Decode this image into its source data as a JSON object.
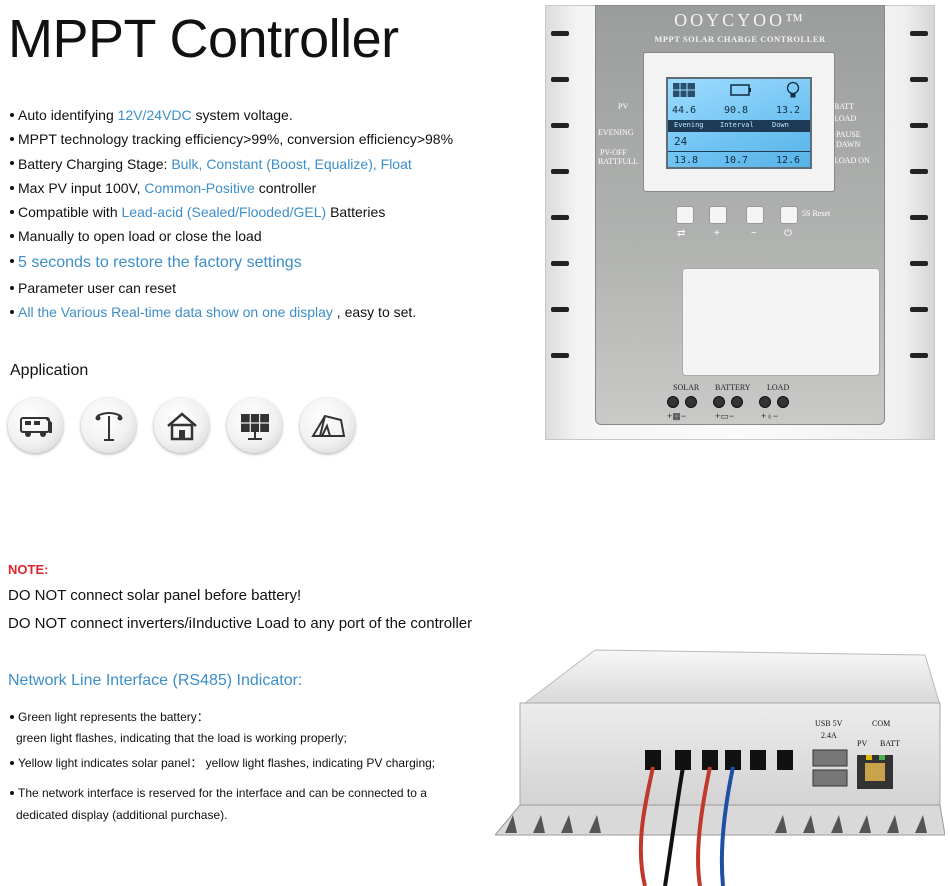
{
  "title": "MPPT Controller",
  "features": [
    {
      "pre": "Auto identifying ",
      "hl": "12V/24VDC",
      "post": " system voltage."
    },
    {
      "pre": "MPPT technology tracking efficiency>99%, conversion efficiency>98%",
      "hl": "",
      "post": ""
    },
    {
      "pre": "Battery Charging Stage: ",
      "hl": "Bulk, Constant (Boost, Equalize), Float",
      "post": ""
    },
    {
      "pre": "Max PV input 100V, ",
      "hl": "Common-Positive",
      "post": " controller"
    },
    {
      "pre": "Compatible with ",
      "hl": "Lead-acid (Sealed/Flooded/GEL)",
      "post": " Batteries"
    },
    {
      "pre": "Manually to open load or close the load",
      "hl": "",
      "post": ""
    },
    {
      "pre": "",
      "hl": "5 seconds to restore the factory settings",
      "post": ""
    },
    {
      "pre": "Parameter user can reset",
      "hl": "",
      "post": ""
    },
    {
      "pre": "",
      "hl": "All the Various Real-time data show on one display",
      "post": " , easy to set."
    }
  ],
  "application": {
    "title": "Application",
    "icons": [
      "rv-icon",
      "street-light-icon",
      "house-icon",
      "solar-panel-icon",
      "tent-icon"
    ]
  },
  "controller": {
    "brand": "OOYCYOO™",
    "subtitle": "MPPT SOLAR CHARGE CONTROLLER",
    "left_labels": [
      "PV",
      "EVENING",
      "PV-OFF",
      "BATTFULL"
    ],
    "right_labels": [
      "BATT",
      "LOAD",
      "PAUSE",
      "DAWN",
      "LOAD ON"
    ],
    "lcd": {
      "row1": "PV 44.6V   BATT 90.8A   LOAD 13.2V",
      "row2": "Evening  Interval  Down",
      "row3": "24H  ---  ---",
      "row4": "13.8V  10.7V  12.6V",
      "pv": "44.6",
      "batt": "90.8",
      "load": "13.2",
      "mode1": "Evening",
      "mode2": "Interval",
      "mode3": "Down",
      "timer": "24",
      "v1": "13.8",
      "v2": "10.7",
      "v3": "12.6"
    },
    "reset_label": "5S Reset",
    "button_symbols": [
      "⇄",
      "+",
      "−",
      "⏻"
    ],
    "terminal_labels": [
      "SOLAR",
      "BATTERY",
      "LOAD"
    ],
    "terminal_symbols": [
      "+▦−",
      "+▭−",
      "+♁−"
    ]
  },
  "note": {
    "heading": "NOTE:",
    "line1": "DO NOT connect solar panel before battery!",
    "line2": "DO NOT connect inverters/iInductive Load to any port of the controller"
  },
  "network": {
    "title": "Network Line Interface (RS485) Indicator:",
    "items": [
      "Green light represents the battery：",
      "green light flashes, indicating that the load is working properly;",
      "Yellow light indicates solar panel： yellow light flashes, indicating PV charging;",
      "The network interface is reserved for the interface and can be connected to a",
      "dedicated display (additional purchase)."
    ]
  },
  "device": {
    "usb_label": "USB 5V",
    "usb_current": "2.4A",
    "com_label": "COM",
    "pv_label": "PV",
    "batt_label": "BATT"
  }
}
